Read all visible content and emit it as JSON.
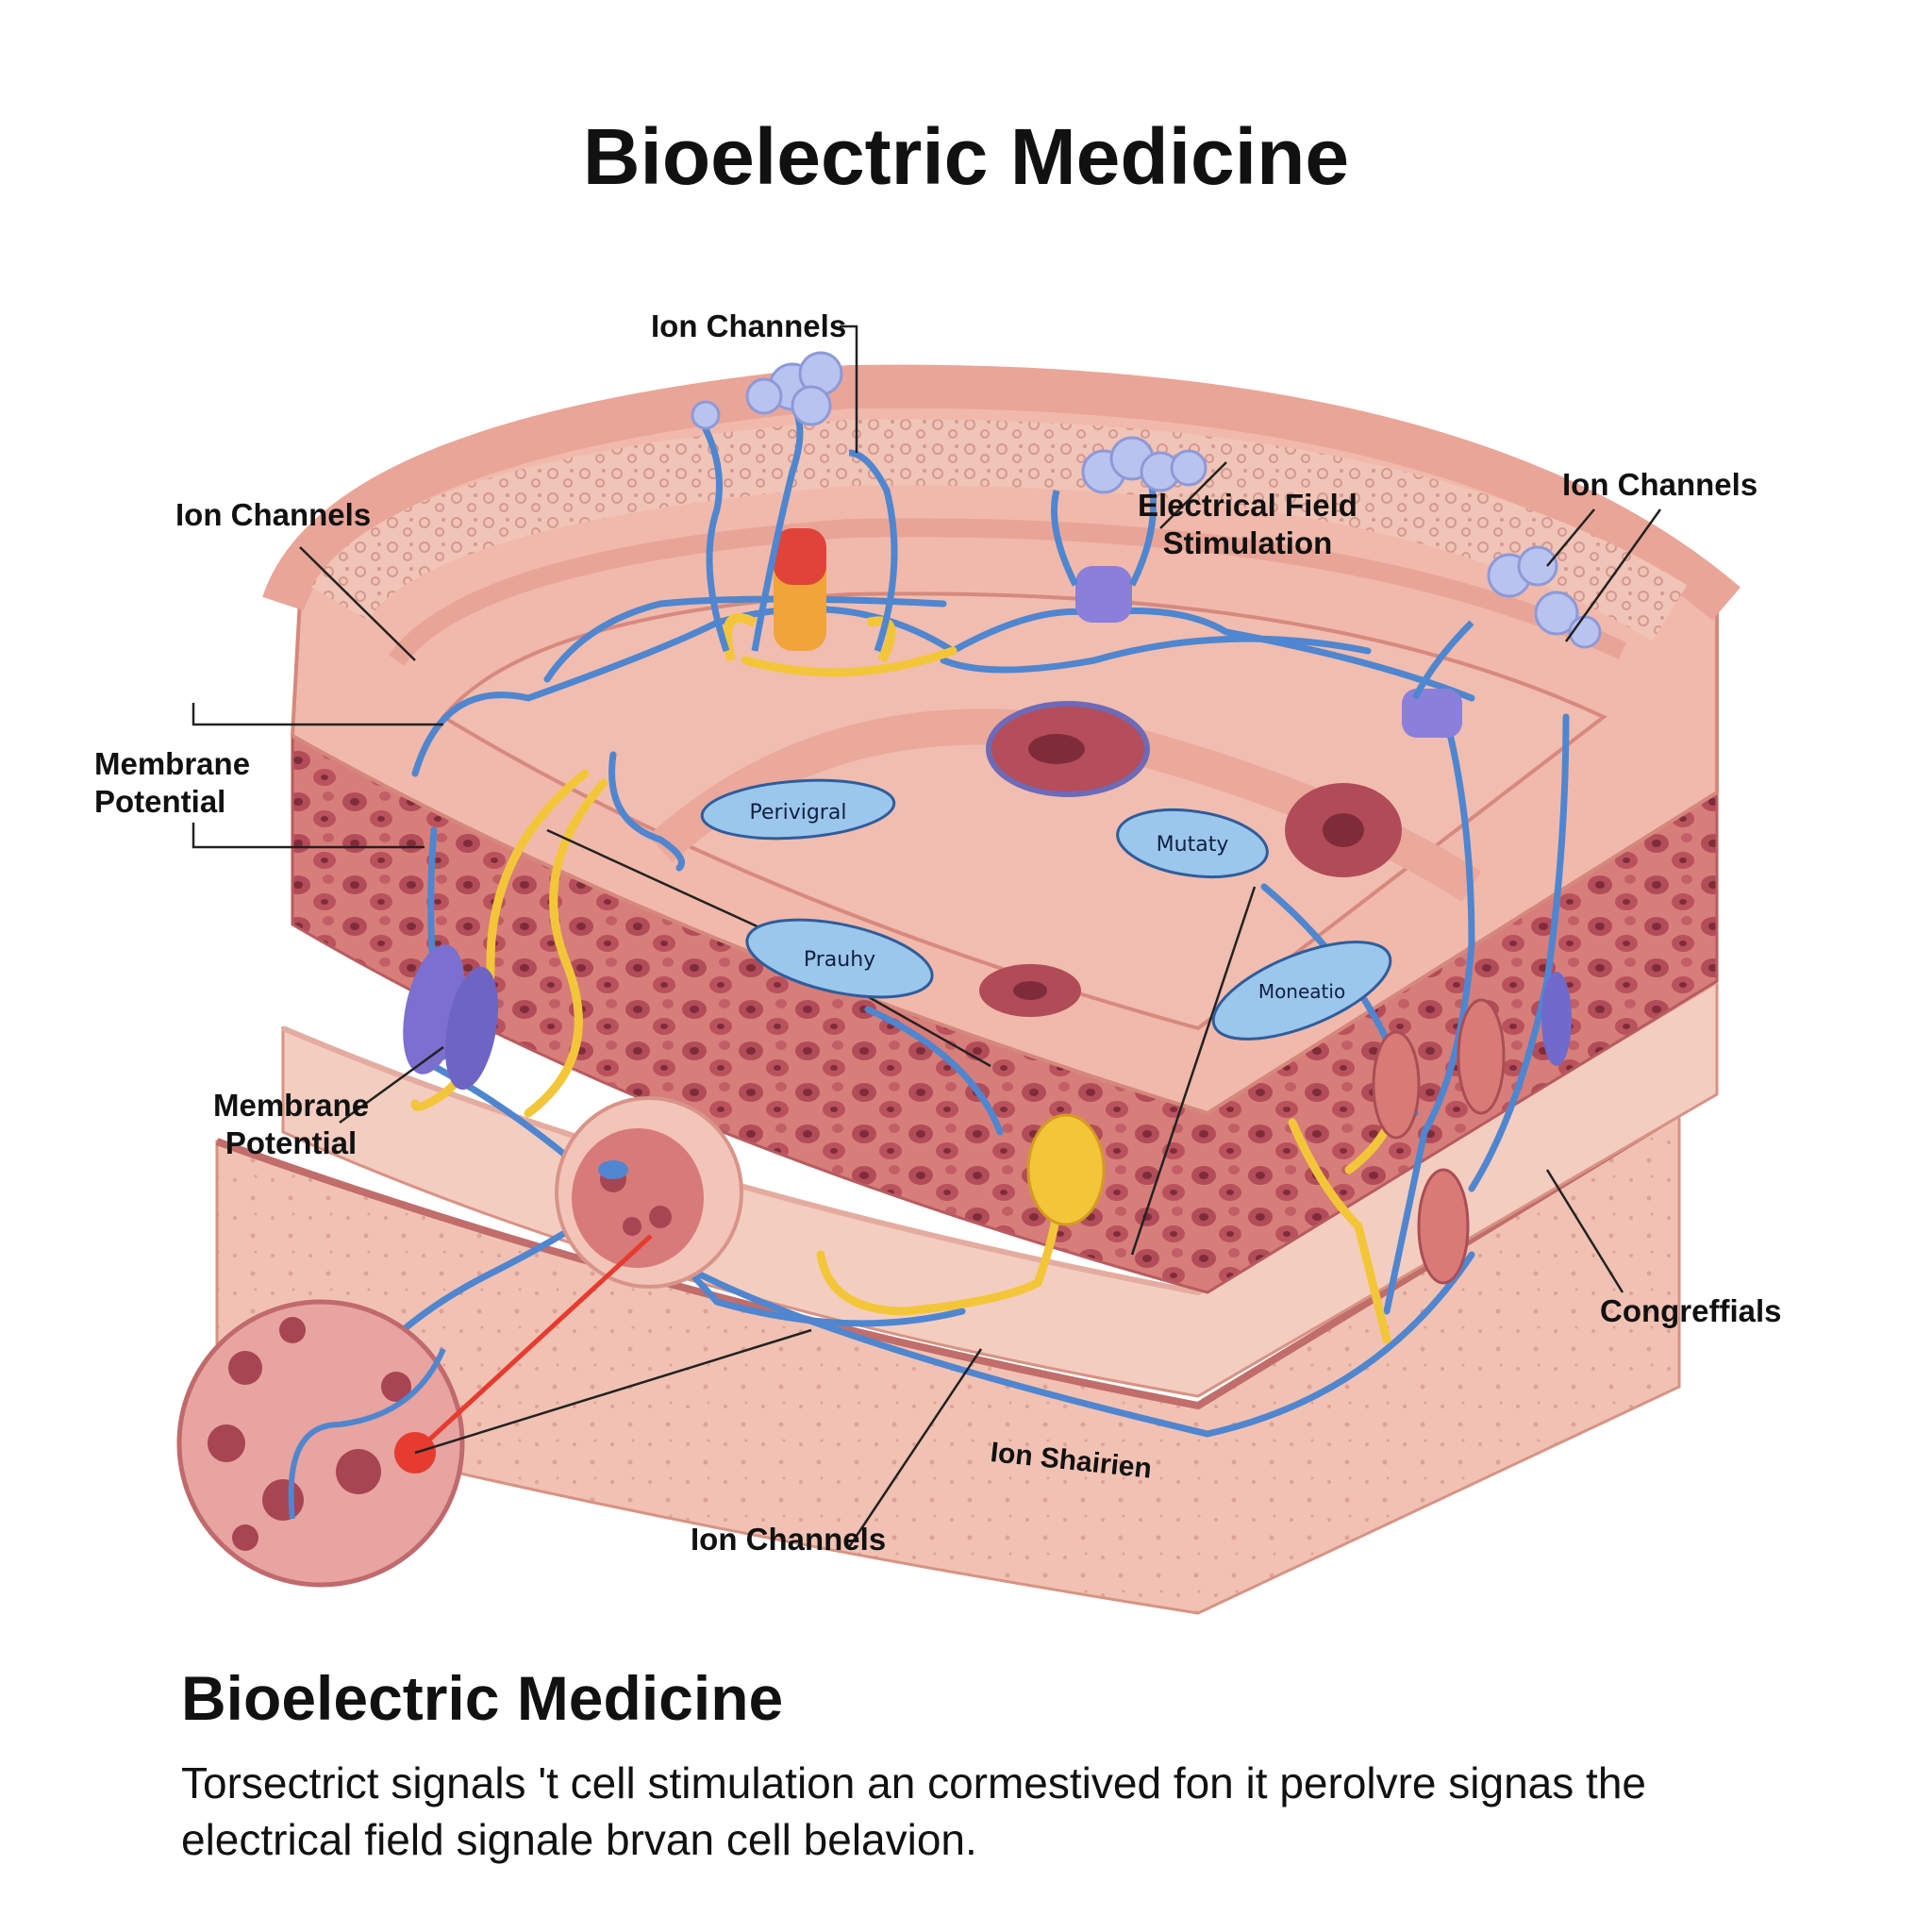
{
  "title": "Bioelectric Medicine",
  "labels": {
    "ion_channels_top": "Ion Channels",
    "ion_channels_left": "Ion Channels",
    "electrical_field": "Electrical Field\nStimulation",
    "ion_channels_right": "Ion Channels",
    "membrane_potential_upper": "Membrane\nPotential",
    "membrane_potential_lower": "Membrane\nPotential",
    "congreffials": "Congreffials",
    "ion_channels_bottom": "Ion Channels",
    "ion_shairien": "Ion Shairien"
  },
  "pills": {
    "perivigral": "Perivigral",
    "mutaty": "Mutaty",
    "prauhy": "Prauhy",
    "moneatio": "Moneatio"
  },
  "caption": {
    "title": "Bioelectric Medicine",
    "body": "Torsectrict signals 't cell  stimulation an cormestived fon it perolvre  signas the electrical field signale brvan cell belavion."
  },
  "colors": {
    "tissue_light": "#f3c3b6",
    "tissue_mid": "#e7a195",
    "tissue_dark": "#c9706a",
    "nucleus": "#a84552",
    "wire_blue": "#4f86cf",
    "wire_yellow": "#f3c63a",
    "pill_fill": "#9cc7ec",
    "channel_purple": "#7b6fcf",
    "cloud": "#b9c3f0",
    "signal_red": "#e63b2e"
  }
}
